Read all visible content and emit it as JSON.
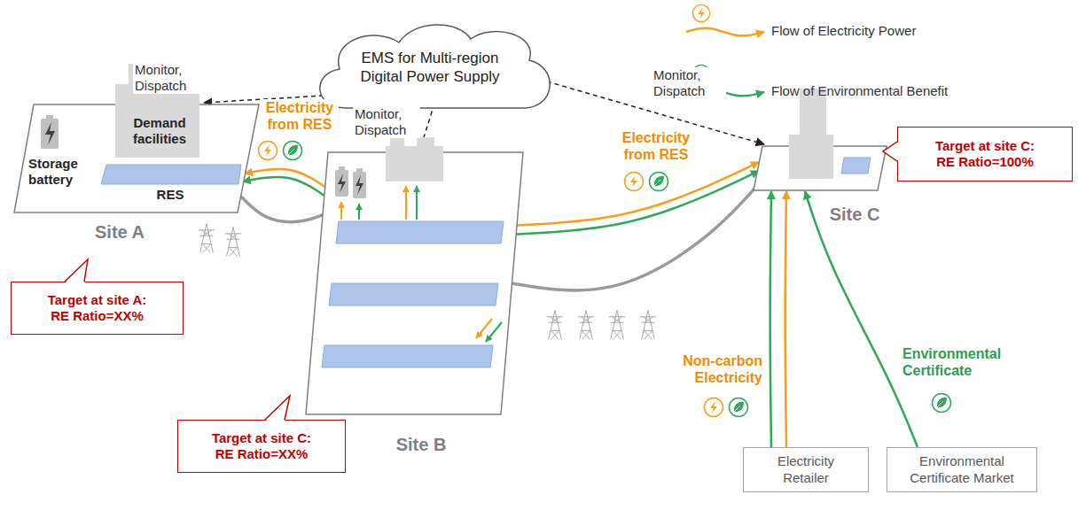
{
  "diagram": {
    "nodes": [
      {
        "text": [
          "EMS for Multi-region Digital Power Supply"
        ]
      },
      {
        "text": [
          "Demand facilities",
          "Storage battery",
          "RES",
          "Site A"
        ]
      },
      {
        "text": [
          "Site B"
        ]
      },
      {
        "text": [
          "Site C"
        ]
      },
      {
        "text": [
          "Target at site C: RE Ratio=100%"
        ]
      },
      {
        "text": [
          "Target at site A: RE Ratio=XX%"
        ]
      },
      {
        "text": [
          "Target at site C: RE Ratio=XX%"
        ]
      },
      {
        "text": [
          "Electricity Retailer"
        ]
      },
      {
        "text": [
          "Environmental Certificate Market"
        ]
      }
    ],
    "edges": [
      {
        "from": 0,
        "to": 1,
        "label": "Monitor, Dispatch",
        "arrow": "to"
      },
      {
        "from": 0,
        "to": 2,
        "label": "Monitor, Dispatch",
        "arrow": "to"
      },
      {
        "from": 0,
        "to": 3,
        "label": "Monitor, Dispatch",
        "arrow": "to"
      },
      {
        "from": 2,
        "to": 1,
        "label": "Electricity from RES",
        "arrow": "to"
      },
      {
        "from": 2,
        "to": 3,
        "label": "Electricity from RES",
        "arrow": "to"
      },
      {
        "from": 1,
        "to": 2,
        "arrow": "none"
      },
      {
        "from": 2,
        "to": 3,
        "arrow": "none"
      },
      {
        "from": 7,
        "to": 3,
        "label": "Non-carbon Electricity",
        "arrow": "to"
      },
      {
        "from": 8,
        "to": 3,
        "label": "Environmental Certificate",
        "arrow": "to"
      }
    ],
    "legend": [
      {
        "text": "Flow of Electricity Power"
      },
      {
        "text": "Flow of Environmental Benefit"
      }
    ]
  }
}
